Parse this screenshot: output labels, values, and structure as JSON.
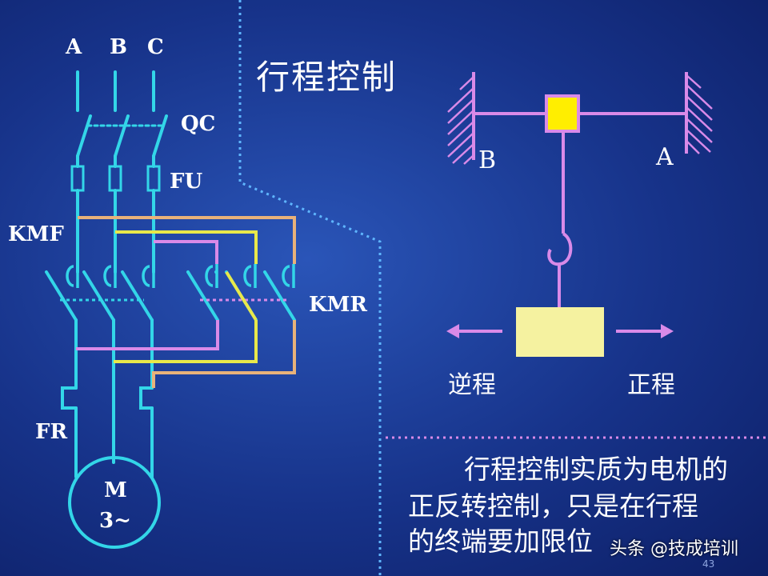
{
  "circuit": {
    "phase_a": "A",
    "phase_b": "B",
    "phase_c": "C",
    "switch_label": "QC",
    "fuse_label": "FU",
    "forward_contactor_label": "KMF",
    "reverse_contactor_label": "KMR",
    "thermal_relay_label": "FR",
    "motor_line1": "M",
    "motor_line2": "3~"
  },
  "travel": {
    "title": "行程控制",
    "limit_b": "B",
    "limit_a": "A",
    "reverse_label": "逆程",
    "forward_label": "正程"
  },
  "description": {
    "line1": "行程控制实质为电机的",
    "line2": "正反转控制，只是在行程",
    "line3": "的终端要加限位"
  },
  "watermark": "头条 @技成培训",
  "page_number": "43",
  "colors": {
    "background": "#17338a",
    "bus_cyan": "#33d6e8",
    "orange": "#e8b27a",
    "yellow": "#e8e84a",
    "violet": "#d98ae8",
    "block_fill": "#f5f2a0",
    "slider_fill": "#ffee00",
    "dotted": "#5fb6ff"
  }
}
